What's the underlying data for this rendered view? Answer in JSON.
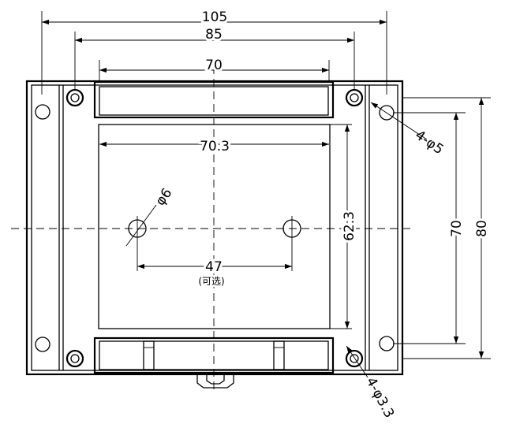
{
  "dimensions": {
    "overall_width": "105",
    "mount_hole_spacing_width": "85",
    "top_channel_width": "70",
    "inner_panel_width": "70.3",
    "inner_panel_height": "62.3",
    "center_hole_spacing": "47",
    "center_hole_note": "(可选)",
    "center_hole_diameter": "φ6",
    "outer_hole_callout": "4-φ5",
    "screw_hole_callout": "4-φ3.3",
    "mount_hole_spacing_height": "70",
    "overall_height": "80"
  }
}
